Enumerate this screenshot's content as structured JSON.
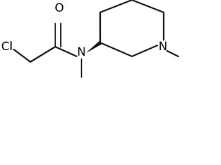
{
  "structure": {
    "atoms": {
      "chlorine": "Cl",
      "carbonyl_oxygen": "O",
      "amide_nitrogen": "N",
      "ring_nitrogen": "N"
    },
    "stereo_bond": "wedge",
    "colors": {
      "bond": "#111111",
      "text": "#000000",
      "background": "#ffffff"
    }
  }
}
